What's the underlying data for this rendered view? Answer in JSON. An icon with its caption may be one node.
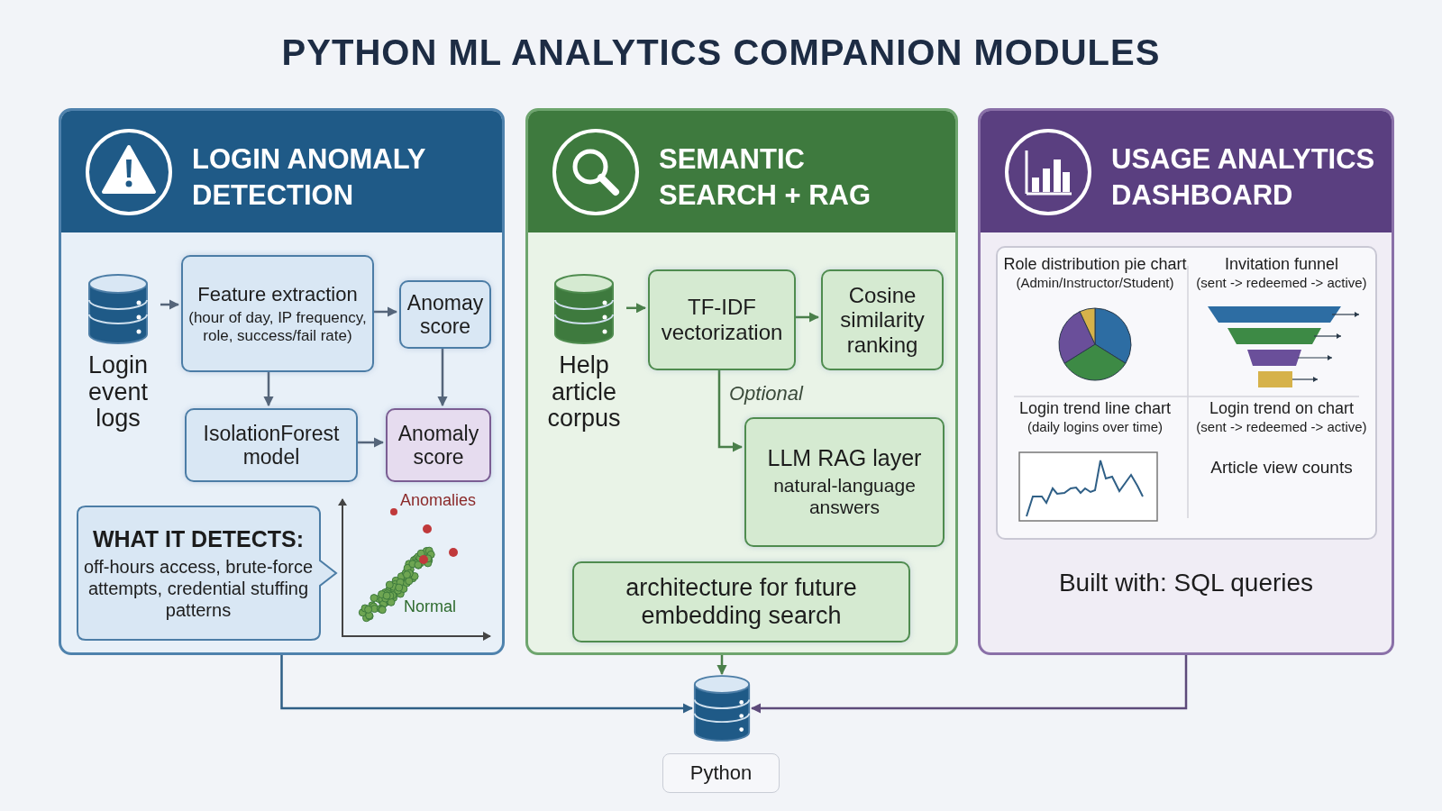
{
  "diagram": {
    "title": "PYTHON ML ANALYTICS COMPANION MODULES",
    "nodes": [
      {
        "text": [
          "LOGIN ANOMALY DETECTION"
        ]
      },
      {
        "text": [
          "Login event logs"
        ],
        "in": 0
      },
      {
        "text": [
          "Feature extraction",
          "(hour of day, IP frequency, role, success/fail rate)"
        ],
        "in": 0
      },
      {
        "text": [
          "Anomay score"
        ],
        "in": 0
      },
      {
        "text": [
          "IsolationForest model"
        ],
        "in": 0
      },
      {
        "text": [
          "Anomaly score"
        ],
        "in": 0
      },
      {
        "text": [
          "WHAT IT DETECTS:",
          "off-hours access, brute-force attempts, credential stuffing patterns"
        ],
        "in": 0
      },
      {
        "text": [
          "SEMANTIC SEARCH + RAG"
        ]
      },
      {
        "text": [
          "Help article corpus"
        ],
        "in": 7
      },
      {
        "text": [
          "TF-IDF vectorization"
        ],
        "in": 7
      },
      {
        "text": [
          "Cosine similarity ranking"
        ],
        "in": 7
      },
      {
        "text": [
          "LLM RAG layer",
          "natural-language answers"
        ],
        "in": 7
      },
      {
        "text": [
          "architecture for future embedding search"
        ],
        "in": 7
      },
      {
        "text": [
          "USAGE ANALYTICS DASHBOARD"
        ]
      },
      {
        "text": [],
        "shape": "cylinder"
      }
    ],
    "edges": [
      {
        "from": 1,
        "to": 2,
        "arrow": "to"
      },
      {
        "from": 2,
        "to": 3,
        "arrow": "to"
      },
      {
        "from": 2,
        "to": 4,
        "arrow": "to"
      },
      {
        "from": 3,
        "to": 5,
        "arrow": "to"
      },
      {
        "from": 4,
        "to": 5,
        "arrow": "to"
      },
      {
        "from": 8,
        "to": 9,
        "arrow": "to",
        "color": "#4a7f4a"
      },
      {
        "from": 9,
        "to": 10,
        "arrow": "to",
        "color": "#4a7f4a"
      },
      {
        "from": 9,
        "to": 11,
        "arrow": "to",
        "label": "Optional",
        "color": "#4a7f4a"
      },
      {
        "from": 0,
        "to": 14,
        "arrow": "to",
        "color": "#2f5f86"
      },
      {
        "from": 7,
        "to": 14,
        "arrow": "to",
        "color": "#4a7f4a"
      },
      {
        "from": 13,
        "to": 14,
        "arrow": "to",
        "color": "#5d4a7a"
      }
    ],
    "labels": [
      "Anomalies",
      "Normal",
      "Role distribution pie chart",
      "(Admin/Instructor/Student)",
      "Invitation funnel",
      "(sent -> redeemed -> active)",
      "Login trend line chart",
      "(daily logins over time)",
      "Login trend on chart",
      "(sent -> redeemed -> active)",
      "Article view counts",
      "Built with: SQL queries",
      "Python"
    ]
  }
}
